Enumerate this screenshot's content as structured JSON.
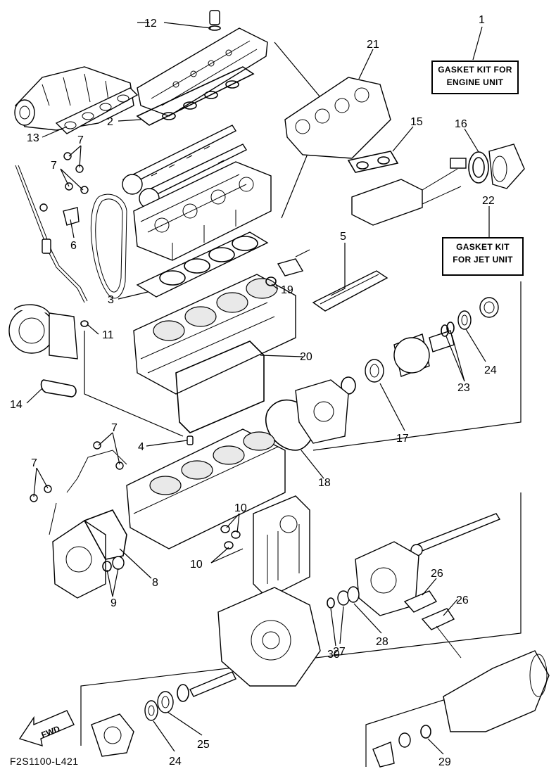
{
  "figure_code": "F2S1100-L421",
  "fwd_label": "FWD",
  "gasket_kits": {
    "engine": {
      "line1": "GASKET KIT FOR",
      "line2": "ENGINE UNIT"
    },
    "jet": {
      "line1": "GASKET KIT",
      "line2": "FOR JET UNIT"
    }
  },
  "callouts": {
    "n1": "1",
    "n2": "2",
    "n3": "3",
    "n4": "4",
    "n5": "5",
    "n6": "6",
    "n7a": "7",
    "n7b": "7",
    "n7c": "7",
    "n7d": "7",
    "n8": "8",
    "n9": "9",
    "n10a": "10",
    "n10b": "10",
    "n11": "11",
    "n12": "12",
    "n13": "13",
    "n14": "14",
    "n15": "15",
    "n16": "16",
    "n17": "17",
    "n18": "18",
    "n19": "19",
    "n20": "20",
    "n21": "21",
    "n22": "22",
    "n23": "23",
    "n24a": "24",
    "n24b": "24",
    "n25": "25",
    "n26a": "26",
    "n26b": "26",
    "n27": "27",
    "n28": "28",
    "n29": "29",
    "n30": "30"
  }
}
